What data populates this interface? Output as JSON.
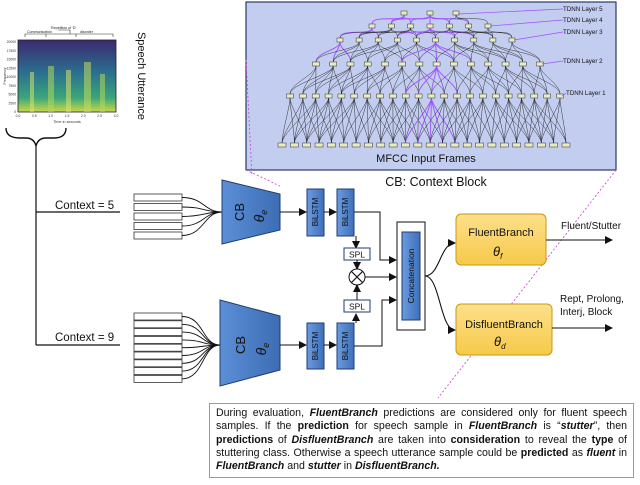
{
  "spectrogram": {
    "title": "Speech Utterance",
    "segment_labels": [
      "Communication",
      "Repetition of 'D'",
      "disorder"
    ],
    "x_axis_label": "Time in seconds",
    "y_axis_label": "Frequency",
    "x_ticks": [
      "0.0",
      "0.5",
      "1.0",
      "1.5",
      "2.0",
      "2.5",
      "3.0"
    ],
    "y_ticks": [
      "20000",
      "17500",
      "15000",
      "12500",
      "10000",
      "7500",
      "5000",
      "2500",
      "0"
    ]
  },
  "context_block": {
    "layer_labels": [
      "TDNN Layer 5",
      "TDNN Layer 4",
      "TDNN Layer 3",
      "TDNN Layer 2",
      "TDNN Layer 1"
    ],
    "input_label": "MFCC Input Frames",
    "caption": "CB: Context Block"
  },
  "branches": {
    "top_context_label": "Context = 5",
    "bottom_context_label": "Context = 9",
    "cb_label": "CB",
    "theta_symbol": "θ",
    "theta_e_subscript": "e",
    "bilstm_label": "BiLSTM",
    "spl_label": "SPL",
    "concat_label": "Concatenation",
    "multiply_symbol": "×"
  },
  "fluent_branch": {
    "title": "FluentBranch",
    "theta_subscript": "f",
    "output_label": "Fluent/Stutter"
  },
  "disfluent_branch": {
    "title": "DisfluentBranch",
    "theta_subscript": "d",
    "output_lines": [
      "Rept, Prolong,",
      "Interj, Block"
    ]
  },
  "caption_text": {
    "p1": "During evaluation, ",
    "b1": "FluentBranch",
    "p2": " predictions are considered only for fluent speech samples. If the ",
    "b2": "prediction",
    "p3": " for speech sample in ",
    "b3": "FluentBranch",
    "p4": " is “",
    "b4": "stutter",
    "p5": "”, then ",
    "b5": "predictions",
    "p6": " of ",
    "b6": "DisfluentBranch",
    "p7": " are taken into ",
    "b7": "consideration",
    "p8": " to reveal the ",
    "b8": "type",
    "p9": " of stuttering class. Otherwise a speech utterance sample could be ",
    "b9": "predicted",
    "p10": " as ",
    "b10": "fluent",
    "p11": " in ",
    "b11": "FluentBranch",
    "p12": " and ",
    "b12": "stutter",
    "p13": " in ",
    "b13": "DisfluentBranch."
  },
  "colors": {
    "cb_blue": "#4f7fc4",
    "panel_blue": "#c2cdf0",
    "branch_yellow": "#fbd560",
    "highlight_purple": "#a050ff",
    "dash_pink": "#d050d0"
  }
}
